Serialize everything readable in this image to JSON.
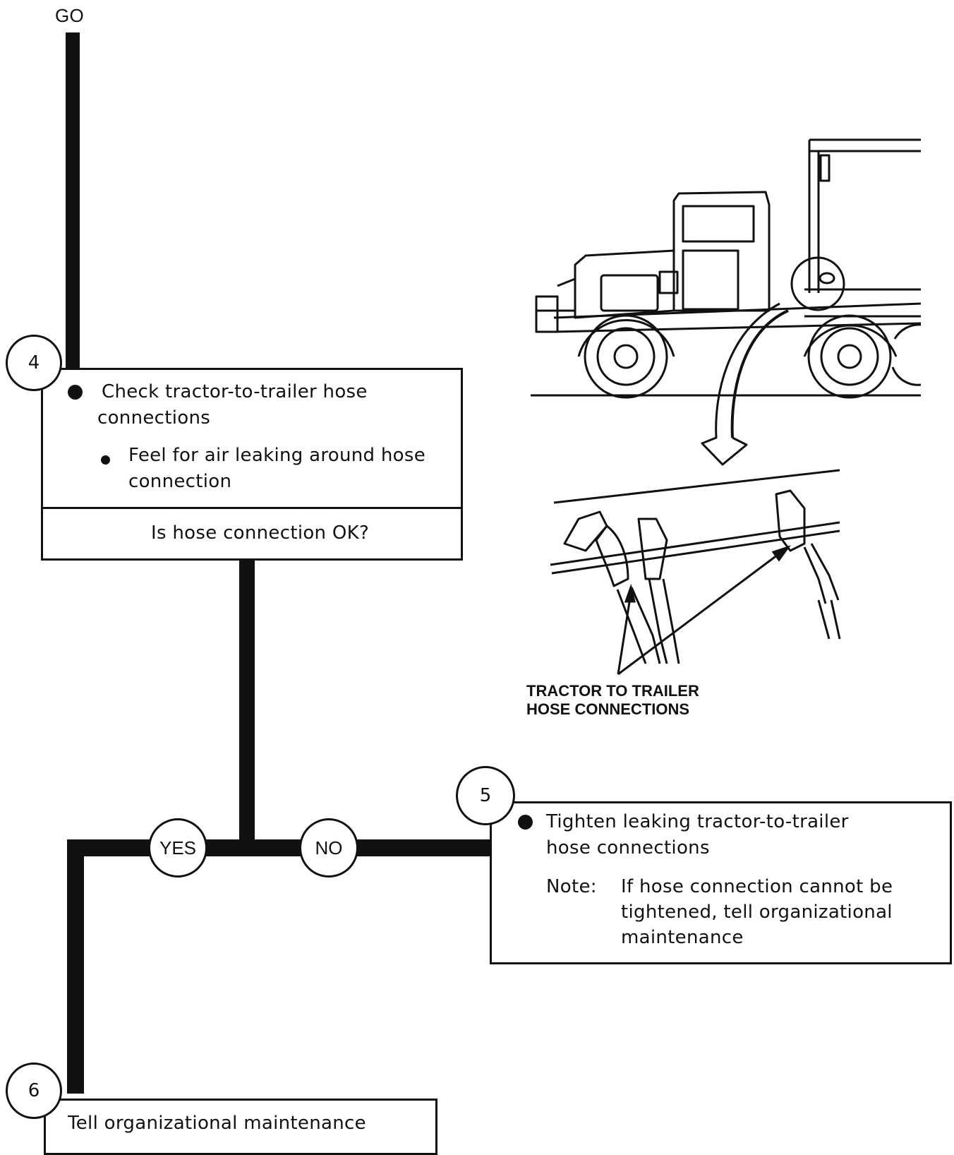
{
  "start_label": "GO",
  "step4": {
    "number": "4",
    "bullet_main": "Check tractor-to-trailer hose",
    "bullet_main_line2": "connections",
    "bullet_sub": "Feel for air leaking around hose",
    "bullet_sub_line2": "connection",
    "question": "Is hose connection OK?"
  },
  "branches": {
    "yes": "YES",
    "no": "NO"
  },
  "step5": {
    "number": "5",
    "bullet_main": "Tighten leaking tractor-to-trailer",
    "bullet_main_line2": "hose connections",
    "note_label": "Note:",
    "note_line1": "If hose connection cannot be",
    "note_line2": "tightened, tell organizational",
    "note_line3": "maintenance"
  },
  "step6": {
    "number": "6",
    "text": "Tell organizational maintenance"
  },
  "illustration": {
    "caption_line1": "TRACTOR TO TRAILER",
    "caption_line2": "HOSE CONNECTIONS"
  }
}
